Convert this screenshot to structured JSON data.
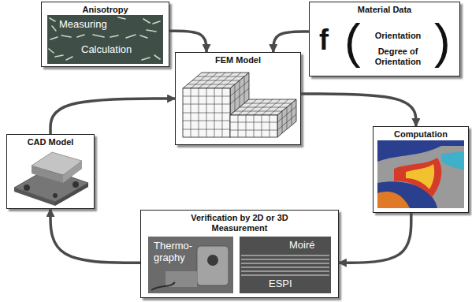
{
  "diagram": {
    "nodes": [
      {
        "text": [
          "Anisotropy"
        ]
      },
      {
        "text": [
          "Measuring",
          "Calculation"
        ],
        "in": 0
      },
      {
        "text": [
          "Material Data",
          "f",
          "(",
          "Orientation",
          "Degree of Orientation",
          ")"
        ]
      },
      {
        "text": [
          "FEM Model"
        ]
      },
      {
        "text": [
          "CAD Model"
        ]
      },
      {
        "text": [
          "Computation"
        ]
      },
      {
        "text": [
          "Verification by 2D or 3D Measurement"
        ]
      },
      {
        "text": [
          "Thermo- graphy"
        ],
        "in": 6
      },
      {
        "text": [
          "Moiré",
          "ESPI"
        ],
        "in": 6
      }
    ],
    "edges": [
      {
        "from": 0,
        "to": 3,
        "arrow": "to"
      },
      {
        "from": 2,
        "to": 3,
        "arrow": "to"
      },
      {
        "from": 3,
        "to": 5,
        "arrow": "to"
      },
      {
        "from": 5,
        "to": 6,
        "arrow": "to"
      },
      {
        "from": 6,
        "to": 4,
        "arrow": "to"
      },
      {
        "from": 4,
        "to": 3,
        "arrow": "to"
      }
    ]
  }
}
